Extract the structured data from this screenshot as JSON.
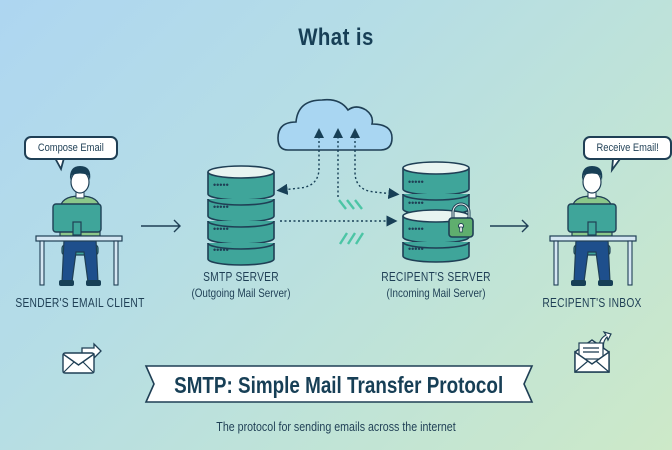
{
  "header": {
    "title": "What is"
  },
  "nodes": {
    "sender": {
      "bubble": "Compose Email",
      "label": "SENDER'S EMAIL CLIENT"
    },
    "smtp_server": {
      "label": "SMTP SERVER",
      "sublabel": "(Outgoing Mail Server)"
    },
    "recipient_server": {
      "label": "RECIPENT'S SERVER",
      "sublabel": "(Incoming Mail Server)"
    },
    "recipient": {
      "bubble": "Receive Email!",
      "label": "RECIPENT'S INBOX"
    }
  },
  "icons": {
    "cloud": "cloud-icon",
    "send": "send-mail-icon",
    "receive": "open-mail-icon",
    "lock": "padlock-icon"
  },
  "banner": {
    "title": "SMTP: Simple Mail Transfer Protocol",
    "tagline": "The protocol for sending emails across the internet"
  },
  "colors": {
    "server_teal": "#3fa59a",
    "outline_navy": "#1f3f55",
    "shirt_green": "#8bc78a",
    "pants_blue": "#1e4f8c",
    "cloud_blue": "#a9d6f2",
    "lock_green": "#5fae6e",
    "accent_mint": "#4cc5a5"
  }
}
